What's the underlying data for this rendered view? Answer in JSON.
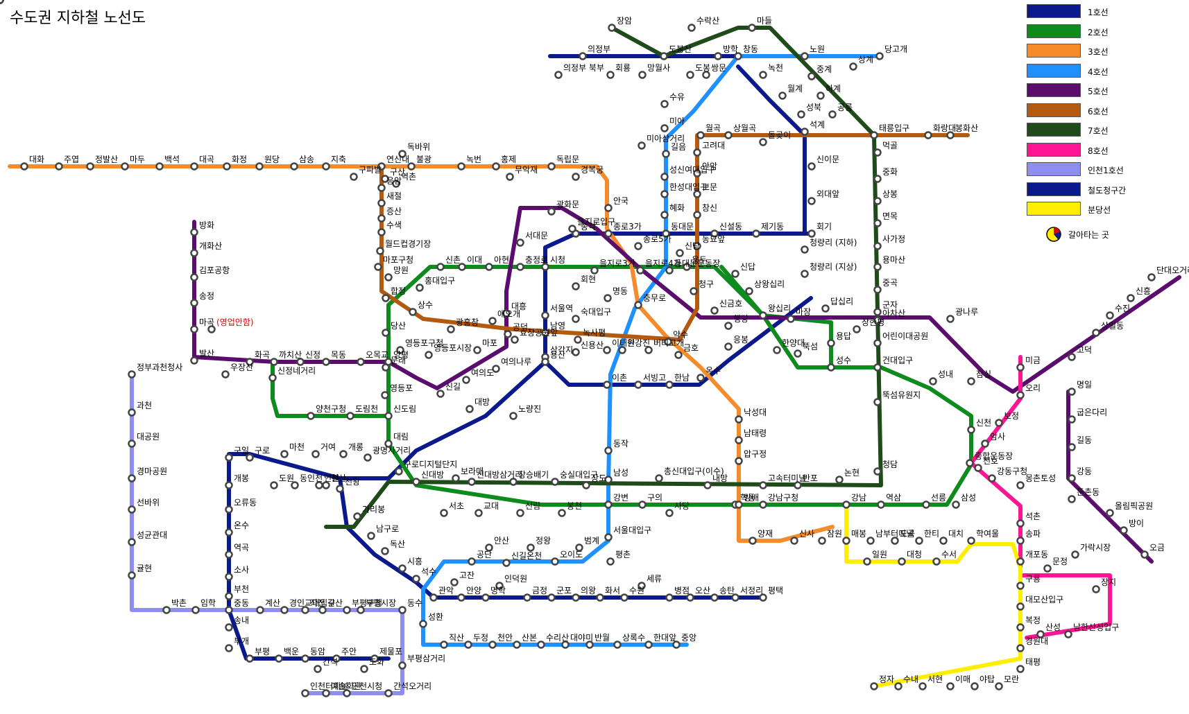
{
  "title": "수도권 지하철 노선도",
  "legend": [
    {
      "label": "1호선",
      "color": "#0a1a8c"
    },
    {
      "label": "2호선",
      "color": "#0d8b1d"
    },
    {
      "label": "3호선",
      "color": "#f68b2b"
    },
    {
      "label": "4호선",
      "color": "#1e90ff"
    },
    {
      "label": "5호선",
      "color": "#5a0d6c"
    },
    {
      "label": "6호선",
      "color": "#b35a10"
    },
    {
      "label": "7호선",
      "color": "#1f4a1a"
    },
    {
      "label": "8호선",
      "color": "#ff1493"
    },
    {
      "label": "인천1호선",
      "color": "#8e8ef0"
    },
    {
      "label": "철도청구간",
      "color": "#0a1a8c"
    },
    {
      "label": "분당선",
      "color": "#ffee00"
    }
  ],
  "transfer_label": "갈아타는 곳",
  "stations": [
    {
      "t": "장암"
    },
    {
      "t": "수락산"
    },
    {
      "t": "마들"
    },
    {
      "t": "의정부"
    },
    {
      "t": "의정부 북부"
    },
    {
      "t": "회룡"
    },
    {
      "t": "망월사"
    },
    {
      "t": "도봉산"
    },
    {
      "t": "도봉"
    },
    {
      "t": "방학"
    },
    {
      "t": "창동"
    },
    {
      "t": "노원"
    },
    {
      "t": "당고개"
    },
    {
      "t": "상계"
    },
    {
      "t": "쌍문"
    },
    {
      "t": "녹천"
    },
    {
      "t": "중계"
    },
    {
      "t": "하계"
    },
    {
      "t": "월계"
    },
    {
      "t": "수유"
    },
    {
      "t": "공릉"
    },
    {
      "t": "미아"
    },
    {
      "t": "성북"
    },
    {
      "t": "석계"
    },
    {
      "t": "미아삼거리"
    },
    {
      "t": "월곡"
    },
    {
      "t": "상월곡"
    },
    {
      "t": "돌곶이"
    },
    {
      "t": "태릉입구"
    },
    {
      "t": "화랑대"
    },
    {
      "t": "봉화산"
    },
    {
      "t": "먹골"
    },
    {
      "t": "중화"
    },
    {
      "t": "상봉"
    },
    {
      "t": "면목"
    },
    {
      "t": "사가정"
    },
    {
      "t": "용마산"
    },
    {
      "t": "중곡"
    },
    {
      "t": "군자"
    },
    {
      "t": "아차산"
    },
    {
      "t": "광나루"
    },
    {
      "t": "어린이대공원"
    },
    {
      "t": "건대입구"
    },
    {
      "t": "뚝섬유원지"
    },
    {
      "t": "청담"
    },
    {
      "t": "길음"
    },
    {
      "t": "고려대"
    },
    {
      "t": "안암"
    },
    {
      "t": "보문"
    },
    {
      "t": "창신"
    },
    {
      "t": "신이문"
    },
    {
      "t": "외대앞"
    },
    {
      "t": "회기"
    },
    {
      "t": "청량리 (지하)"
    },
    {
      "t": "청량리 (지상)"
    },
    {
      "t": "제기동"
    },
    {
      "t": "신설동"
    },
    {
      "t": "성신여대입구"
    },
    {
      "t": "한성대입구"
    },
    {
      "t": "혜화"
    },
    {
      "t": "동대문"
    },
    {
      "t": "종로5가"
    },
    {
      "t": "종로3가"
    },
    {
      "t": "종각"
    },
    {
      "t": "광화문"
    },
    {
      "t": "안국"
    },
    {
      "t": "서대문"
    },
    {
      "t": "신당"
    },
    {
      "t": "동묘앞"
    },
    {
      "t": "신답"
    },
    {
      "t": "용두"
    },
    {
      "t": "상왕십리"
    },
    {
      "t": "왕십리"
    },
    {
      "t": "마장"
    },
    {
      "t": "답십리"
    },
    {
      "t": "장한평"
    },
    {
      "t": "행당"
    },
    {
      "t": "한양대"
    },
    {
      "t": "뚝섬"
    },
    {
      "t": "성수"
    },
    {
      "t": "용답"
    },
    {
      "t": "신금호"
    },
    {
      "t": "청구"
    },
    {
      "t": "금호"
    },
    {
      "t": "응봉"
    },
    {
      "t": "옥수"
    },
    {
      "t": "약수"
    },
    {
      "t": "버티고개"
    },
    {
      "t": "한강진"
    },
    {
      "t": "이태원"
    },
    {
      "t": "녹사평"
    },
    {
      "t": "삼각지"
    },
    {
      "t": "효창공원앞"
    },
    {
      "t": "공덕"
    },
    {
      "t": "대흥"
    },
    {
      "t": "광흥창"
    },
    {
      "t": "상수"
    },
    {
      "t": "합정"
    },
    {
      "t": "망원"
    },
    {
      "t": "마포구청"
    },
    {
      "t": "월드컵경기장"
    },
    {
      "t": "수색"
    },
    {
      "t": "증산"
    },
    {
      "t": "새절"
    },
    {
      "t": "응암"
    },
    {
      "t": "역촌"
    },
    {
      "t": "불광"
    },
    {
      "t": "독바위"
    },
    {
      "t": "연신내"
    },
    {
      "t": "구산"
    },
    {
      "t": "녹번"
    },
    {
      "t": "홍제"
    },
    {
      "t": "무악재"
    },
    {
      "t": "독립문"
    },
    {
      "t": "경복궁"
    },
    {
      "t": "구파발"
    },
    {
      "t": "지축"
    },
    {
      "t": "삼송"
    },
    {
      "t": "원당"
    },
    {
      "t": "화정"
    },
    {
      "t": "대곡"
    },
    {
      "t": "백석"
    },
    {
      "t": "마두"
    },
    {
      "t": "정발산"
    },
    {
      "t": "주엽"
    },
    {
      "t": "대화"
    },
    {
      "t": "을지로입구"
    },
    {
      "t": "을지로3가"
    },
    {
      "t": "을지로4가"
    },
    {
      "t": "동대문운동장"
    },
    {
      "t": "시청"
    },
    {
      "t": "충정로"
    },
    {
      "t": "아현"
    },
    {
      "t": "이대"
    },
    {
      "t": "신촌"
    },
    {
      "t": "홍대입구"
    },
    {
      "t": "회현"
    },
    {
      "t": "명동"
    },
    {
      "t": "충무로"
    },
    {
      "t": "서울역"
    },
    {
      "t": "숙대입구"
    },
    {
      "t": "남영"
    },
    {
      "t": "신용산"
    },
    {
      "t": "용산"
    },
    {
      "t": "이촌"
    },
    {
      "t": "서빙고"
    },
    {
      "t": "한남"
    },
    {
      "t": "동작"
    },
    {
      "t": "애오개"
    },
    {
      "t": "마포"
    },
    {
      "t": "여의나루"
    },
    {
      "t": "여의도"
    },
    {
      "t": "신길"
    },
    {
      "t": "대방"
    },
    {
      "t": "노량진"
    },
    {
      "t": "영등포시장"
    },
    {
      "t": "영등포구청"
    },
    {
      "t": "당산"
    },
    {
      "t": "문래"
    },
    {
      "t": "영등포"
    },
    {
      "t": "신도림"
    },
    {
      "t": "양평"
    },
    {
      "t": "오목교"
    },
    {
      "t": "목동"
    },
    {
      "t": "신정"
    },
    {
      "t": "까치산"
    },
    {
      "t": "화곡"
    },
    {
      "t": "우장산"
    },
    {
      "t": "발산"
    },
    {
      "t": "방화"
    },
    {
      "t": "개화산"
    },
    {
      "t": "김포공항"
    },
    {
      "t": "송정"
    },
    {
      "t": "마곡"
    },
    {
      "t": "(영업안함)",
      "red": true
    },
    {
      "t": "신정네거리"
    },
    {
      "t": "양천구청"
    },
    {
      "t": "도림천"
    },
    {
      "t": "대림"
    },
    {
      "t": "구로디지털단지"
    },
    {
      "t": "신대방"
    },
    {
      "t": "신대방삼거리"
    },
    {
      "t": "보라매"
    },
    {
      "t": "장승배기"
    },
    {
      "t": "숭실대입구"
    },
    {
      "t": "상도"
    },
    {
      "t": "남성"
    },
    {
      "t": "총신대입구(이수)"
    },
    {
      "t": "내방"
    },
    {
      "t": "고속터미널"
    },
    {
      "t": "반포"
    },
    {
      "t": "논현"
    },
    {
      "t": "학동"
    },
    {
      "t": "강남구청"
    },
    {
      "t": "강남"
    },
    {
      "t": "역삼"
    },
    {
      "t": "선릉"
    },
    {
      "t": "삼성"
    },
    {
      "t": "종합운동장"
    },
    {
      "t": "신천"
    },
    {
      "t": "잠실"
    },
    {
      "t": "성내"
    },
    {
      "t": "강변"
    },
    {
      "t": "구의"
    },
    {
      "t": "사당"
    },
    {
      "t": "방배"
    },
    {
      "t": "서초"
    },
    {
      "t": "교대"
    },
    {
      "t": "신림"
    },
    {
      "t": "봉천"
    },
    {
      "t": "서울대입구"
    },
    {
      "t": "낙성대"
    },
    {
      "t": "남태령"
    },
    {
      "t": "압구정"
    },
    {
      "t": "신사"
    },
    {
      "t": "잠원"
    },
    {
      "t": "양재"
    },
    {
      "t": "매봉"
    },
    {
      "t": "남부터미널"
    },
    {
      "t": "도곡"
    },
    {
      "t": "한티"
    },
    {
      "t": "대치"
    },
    {
      "t": "학여울"
    },
    {
      "t": "대청"
    },
    {
      "t": "일원"
    },
    {
      "t": "수서"
    },
    {
      "t": "개포동"
    },
    {
      "t": "구룡"
    },
    {
      "t": "대모산입구"
    },
    {
      "t": "복정"
    },
    {
      "t": "경원대"
    },
    {
      "t": "태평"
    },
    {
      "t": "모란"
    },
    {
      "t": "야탑"
    },
    {
      "t": "이매"
    },
    {
      "t": "서현"
    },
    {
      "t": "수내"
    },
    {
      "t": "정자"
    },
    {
      "t": "미금"
    },
    {
      "t": "오리"
    },
    {
      "t": "보정"
    },
    {
      "t": "암사"
    },
    {
      "t": "천호"
    },
    {
      "t": "강동구청"
    },
    {
      "t": "몽촌토성"
    },
    {
      "t": "석촌"
    },
    {
      "t": "송파"
    },
    {
      "t": "가락시장"
    },
    {
      "t": "문정"
    },
    {
      "t": "장지"
    },
    {
      "t": "남한산성입구"
    },
    {
      "t": "산성"
    },
    {
      "t": "단대오거리"
    },
    {
      "t": "신흥"
    },
    {
      "t": "수진"
    },
    {
      "t": "상일동"
    },
    {
      "t": "고덕"
    },
    {
      "t": "명일"
    },
    {
      "t": "굽은다리"
    },
    {
      "t": "길동"
    },
    {
      "t": "강동"
    },
    {
      "t": "둔촌동"
    },
    {
      "t": "올림픽공원"
    },
    {
      "t": "방이"
    },
    {
      "t": "오금"
    },
    {
      "t": "개롱"
    },
    {
      "t": "거여"
    },
    {
      "t": "마천"
    },
    {
      "t": "구로"
    },
    {
      "t": "구일"
    },
    {
      "t": "개봉"
    },
    {
      "t": "오류동"
    },
    {
      "t": "온수"
    },
    {
      "t": "역곡"
    },
    {
      "t": "소사"
    },
    {
      "t": "부천"
    },
    {
      "t": "중동"
    },
    {
      "t": "송내"
    },
    {
      "t": "부개"
    },
    {
      "t": "부평"
    },
    {
      "t": "백운"
    },
    {
      "t": "동암"
    },
    {
      "t": "간석"
    },
    {
      "t": "주안"
    },
    {
      "t": "도화"
    },
    {
      "t": "제물포"
    },
    {
      "t": "도원"
    },
    {
      "t": "동인천"
    },
    {
      "t": "인천"
    },
    {
      "t": "천왕"
    },
    {
      "t": "광명사거리"
    },
    {
      "t": "철산"
    },
    {
      "t": "가리봉"
    },
    {
      "t": "남구로"
    },
    {
      "t": "독산"
    },
    {
      "t": "시흥"
    },
    {
      "t": "석수"
    },
    {
      "t": "관악"
    },
    {
      "t": "안양"
    },
    {
      "t": "명학"
    },
    {
      "t": "금정"
    },
    {
      "t": "군포"
    },
    {
      "t": "의왕"
    },
    {
      "t": "화서"
    },
    {
      "t": "수원"
    },
    {
      "t": "세류"
    },
    {
      "t": "병점"
    },
    {
      "t": "오산"
    },
    {
      "t": "송탄"
    },
    {
      "t": "서정리"
    },
    {
      "t": "평택"
    },
    {
      "t": "성환"
    },
    {
      "t": "직산"
    },
    {
      "t": "두정"
    },
    {
      "t": "천안"
    },
    {
      "t": "산본"
    },
    {
      "t": "수리산"
    },
    {
      "t": "대야미"
    },
    {
      "t": "반월"
    },
    {
      "t": "상록수"
    },
    {
      "t": "한대앞"
    },
    {
      "t": "중앙"
    },
    {
      "t": "고잔"
    },
    {
      "t": "공단"
    },
    {
      "t": "안산"
    },
    {
      "t": "신길온천"
    },
    {
      "t": "정왕"
    },
    {
      "t": "오이도"
    },
    {
      "t": "범계"
    },
    {
      "t": "평촌"
    },
    {
      "t": "인덕원"
    },
    {
      "t": "정부과천청사"
    },
    {
      "t": "과천"
    },
    {
      "t": "대공원"
    },
    {
      "t": "경마공원"
    },
    {
      "t": "선바위"
    },
    {
      "t": "성균관대"
    },
    {
      "t": "귤현"
    },
    {
      "t": "박촌"
    },
    {
      "t": "임학"
    },
    {
      "t": "계산"
    },
    {
      "t": "경인교대입구"
    },
    {
      "t": "작전"
    },
    {
      "t": "갈산"
    },
    {
      "t": "부평구청"
    },
    {
      "t": "부평시장"
    },
    {
      "t": "동수"
    },
    {
      "t": "부평삼거리"
    },
    {
      "t": "간석오거리"
    },
    {
      "t": "인천시청"
    },
    {
      "t": "예술회관"
    },
    {
      "t": "인천터미널"
    },
    {
      "t": "문학경기장"
    },
    {
      "t": "선학"
    },
    {
      "t": "신연수"
    },
    {
      "t": "원인재"
    },
    {
      "t": "동춘"
    },
    {
      "t": "동막"
    }
  ]
}
